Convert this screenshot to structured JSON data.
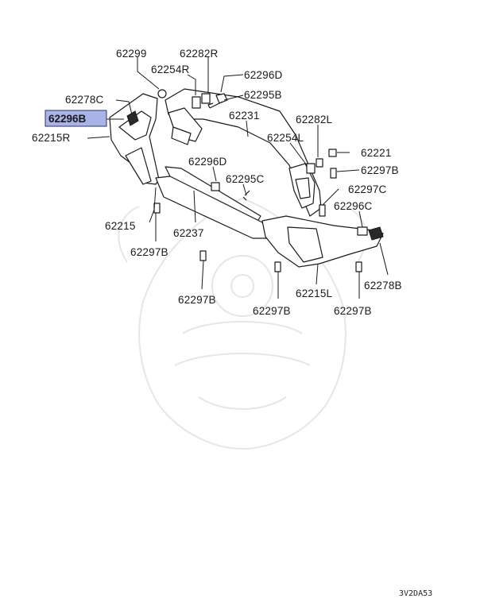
{
  "diagram": {
    "highlight_color": "#a9b3e8",
    "watermark_icon": "samurai-helmet-watermark",
    "labels": [
      {
        "id": "l62299",
        "text": "62299"
      },
      {
        "id": "l62282R",
        "text": "62282R"
      },
      {
        "id": "l62254R",
        "text": "62254R"
      },
      {
        "id": "l62296D_top",
        "text": "62296D"
      },
      {
        "id": "l62278C",
        "text": "62278C"
      },
      {
        "id": "l62295B",
        "text": "62295B"
      },
      {
        "id": "l62296B",
        "text": "62296B"
      },
      {
        "id": "l62231",
        "text": "62231"
      },
      {
        "id": "l62282L",
        "text": "62282L"
      },
      {
        "id": "l62215R",
        "text": "62215R"
      },
      {
        "id": "l62254L",
        "text": "62254L"
      },
      {
        "id": "l62221",
        "text": "62221"
      },
      {
        "id": "l62296D_mid",
        "text": "62296D"
      },
      {
        "id": "l62297B_r",
        "text": "62297B"
      },
      {
        "id": "l62295C",
        "text": "62295C"
      },
      {
        "id": "l62297C",
        "text": "62297C"
      },
      {
        "id": "l62296C",
        "text": "62296C"
      },
      {
        "id": "l62215",
        "text": "62215"
      },
      {
        "id": "l62237",
        "text": "62237"
      },
      {
        "id": "l62297B_l",
        "text": "62297B"
      },
      {
        "id": "l62215L",
        "text": "62215L"
      },
      {
        "id": "l62278B",
        "text": "62278B"
      },
      {
        "id": "l62297B_b1",
        "text": "62297B"
      },
      {
        "id": "l62297B_b2",
        "text": "62297B"
      },
      {
        "id": "l62297B_b3",
        "text": "62297B"
      }
    ],
    "code": "3V2DA53"
  }
}
